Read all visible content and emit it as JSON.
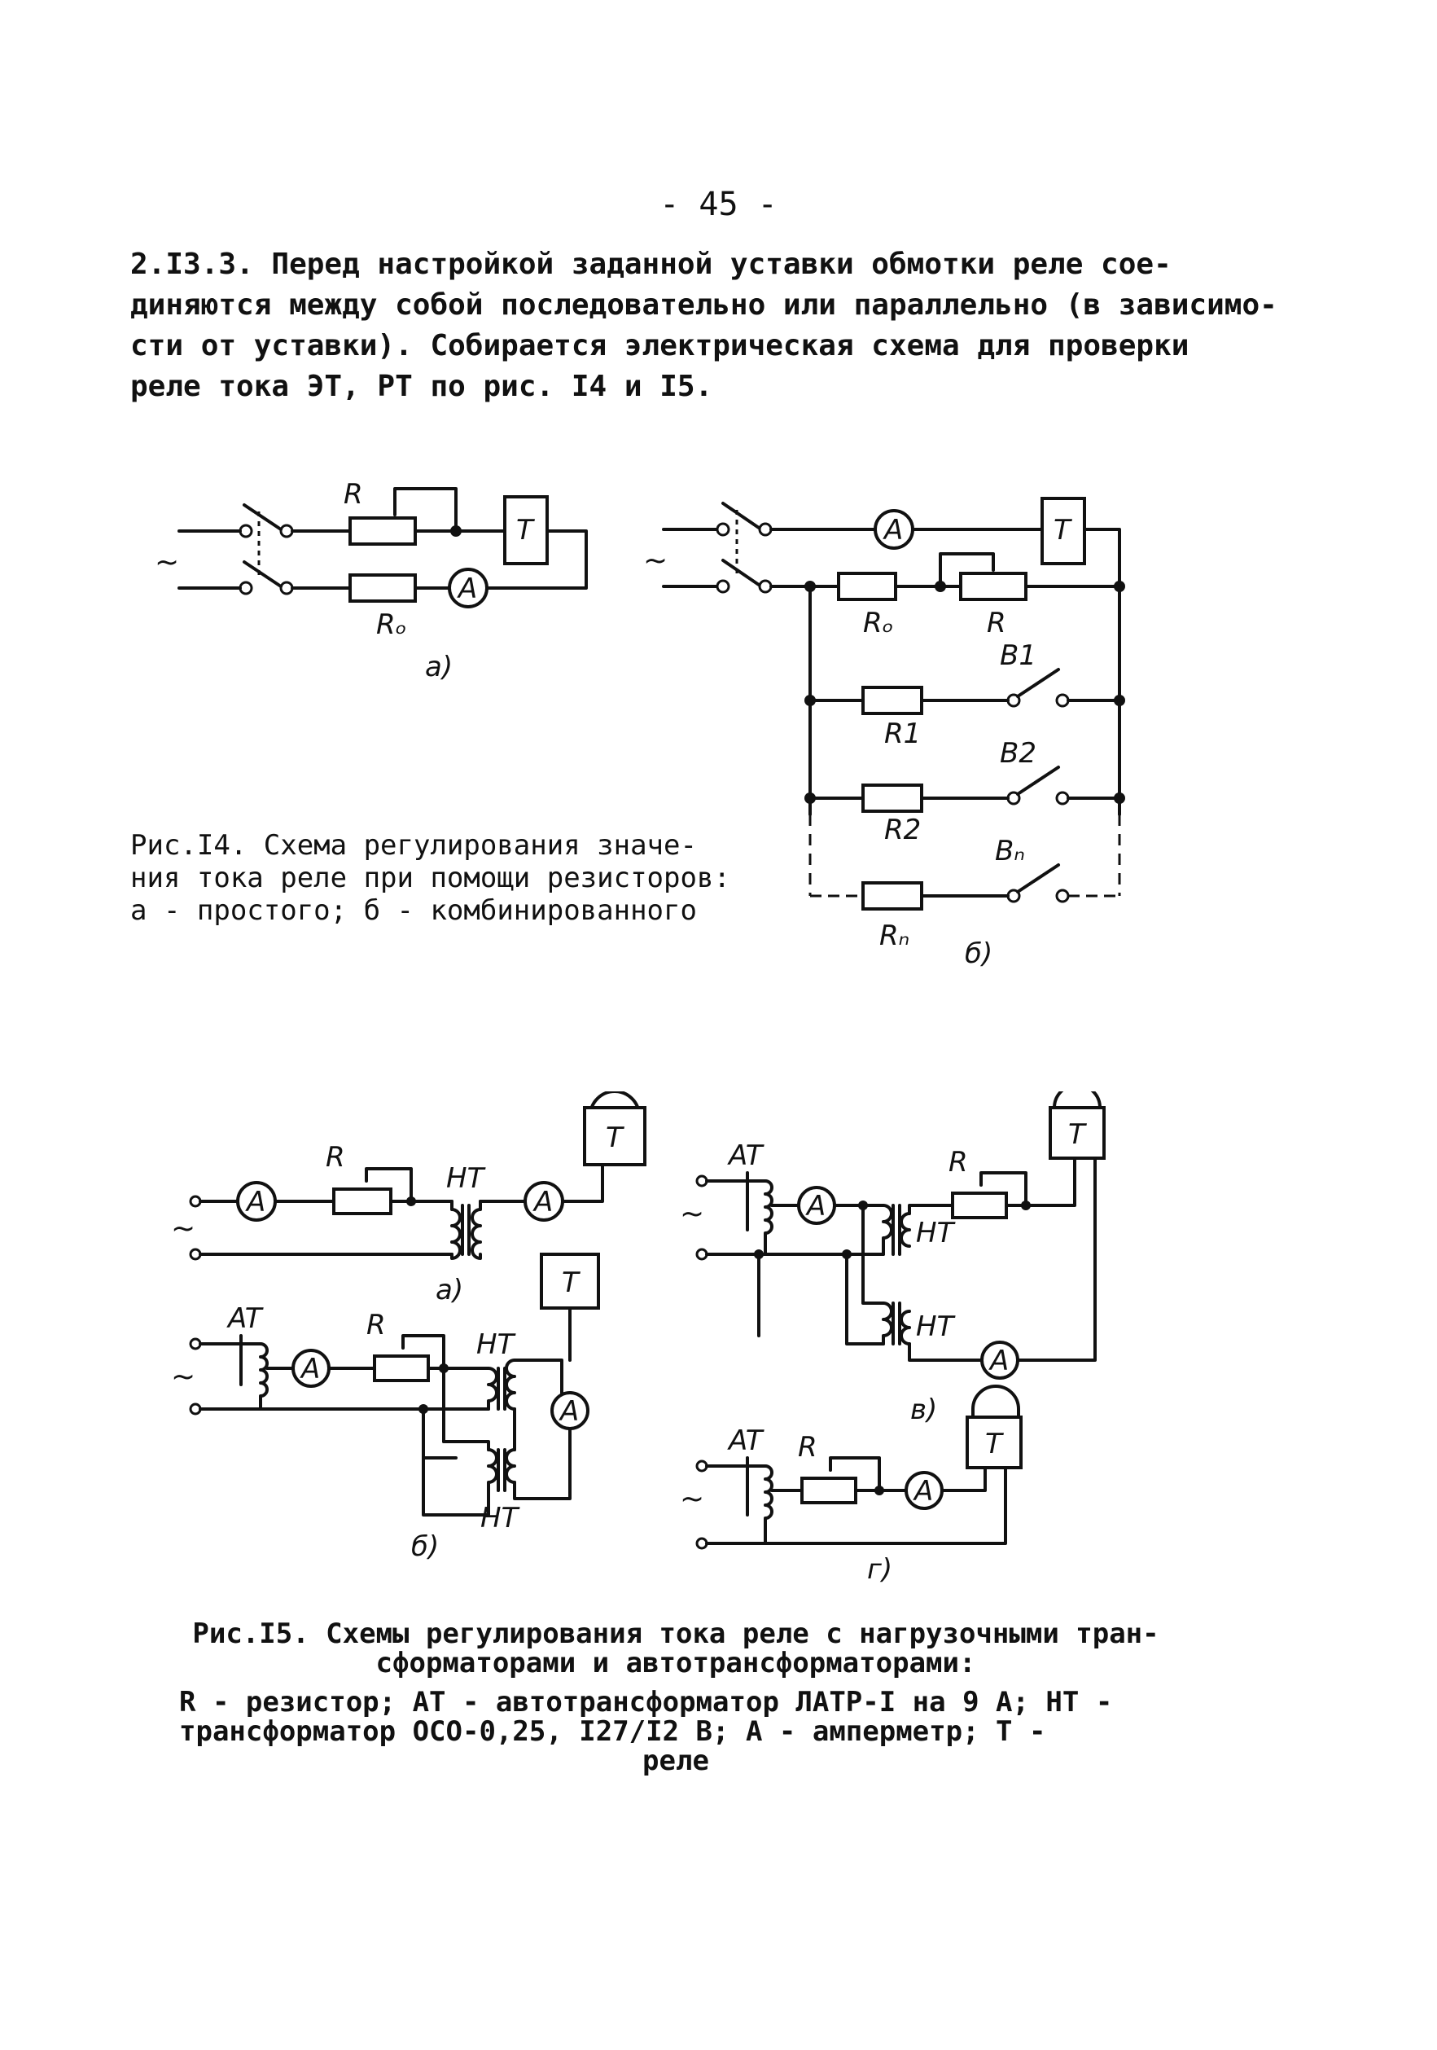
{
  "page_number": "- 45 -",
  "paragraph": [
    "2.I3.3. Перед настройкой заданной уставки  обмотки реле сое-",
    "диняются между собой последовательно или параллельно (в зависимо-",
    "сти от уставки). Собирается электрическая схема для проверки",
    "реле тока ЭТ, РТ по рис. I4 и I5."
  ],
  "fig14": {
    "caption_lines": [
      "Рис.I4. Схема регулирования значе-",
      "ния тока реле при помощи резисторов:",
      "а - простого; б - комбинированного"
    ],
    "labels": {
      "R": "R",
      "R0": "Rₒ",
      "A": "A",
      "T": "T",
      "ac": "~",
      "a": "а)",
      "b": "б)",
      "R1": "R1",
      "R2": "R2",
      "Rn": "Rₙ",
      "B1": "B1",
      "B2": "B2",
      "Bn": "Bₙ"
    }
  },
  "fig15": {
    "caption_title": [
      "Рис.I5. Схемы регулирования тока реле с нагрузочными тран-",
      "сформаторами и автотрансформаторами:"
    ],
    "caption_legend": [
      "R - резистор; АТ - автотрансформатор ЛАТР-I на 9 А; НТ -",
      "трансформатор ОСО-0,25, I27/I2 В; А - амперметр; Т -",
      "реле"
    ],
    "labels": {
      "R": "R",
      "A": "A",
      "T": "T",
      "HT": "HT",
      "AT": "AT",
      "ac": "~",
      "a": "а)",
      "b": "б)",
      "v": "в)",
      "g": "г)"
    }
  }
}
